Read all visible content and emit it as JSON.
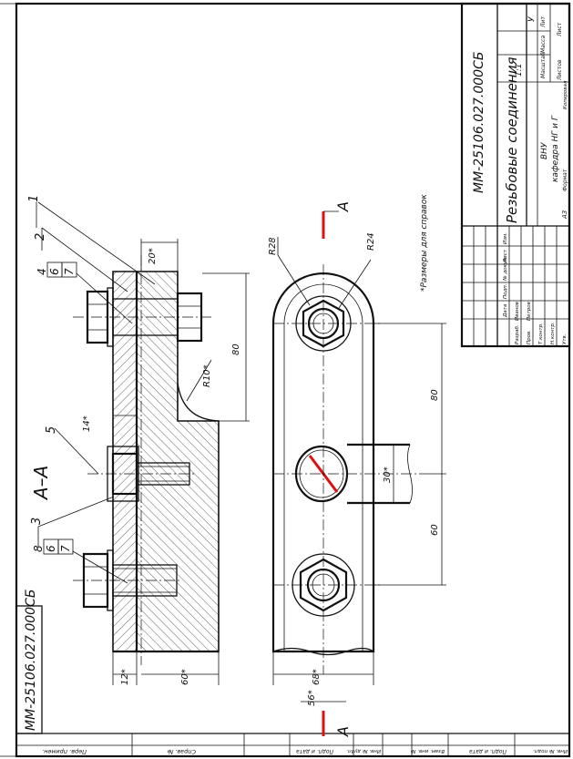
{
  "drawing": {
    "code_main": "ММ-25106.027.000СБ",
    "code_stamp": "ММ-25106.027.000СБ",
    "title": "Резьбовые соединения",
    "sheet_info": {
      "lit_label": "Лит",
      "mass_label": "Масса",
      "scale_label": "Масштаб",
      "scale_value": "1:1",
      "sheet_label": "Лист",
      "sheets_label": "Листов",
      "letter_value": "У"
    },
    "org_line1": "ВНУ",
    "org_line2": "кафедра НГ и Г",
    "format_label": "Формат",
    "format_value": "А3",
    "copied_label": "Копировал",
    "stamp_rows": [
      "Изм.",
      "Лист",
      "№ докум.",
      "Подп.",
      "Дата"
    ],
    "stamp_roles": [
      "Разраб.",
      "Пров.",
      "Т.контр.",
      "Н.контр.",
      "Утв."
    ],
    "stamp_names": [
      "Иванов",
      "Петров"
    ],
    "note": "*Размеры для справок",
    "section_label": "А–А",
    "cut_label": "А"
  },
  "callouts": [
    "1",
    "2",
    "4",
    "6",
    "7",
    "5",
    "3",
    "8"
  ],
  "dimensions": {
    "d_20": "20*",
    "d_80_left": "80",
    "d_R10": "R10*",
    "d_14": "14*",
    "d_12": "12*",
    "d_60_bottom": "60*",
    "d_R28": "R28",
    "d_R24": "R24",
    "d_80_right": "80",
    "d_60_right": "60",
    "d_30": "30*",
    "d_68": "68*",
    "d_56": "56*"
  },
  "margin_labels": [
    "Перв. примен.",
    "Справ. №",
    "Подп. и дата",
    "Инв. № дубл.",
    "Взам. инв. №",
    "Подп. и дата",
    "Инв. № подл."
  ]
}
